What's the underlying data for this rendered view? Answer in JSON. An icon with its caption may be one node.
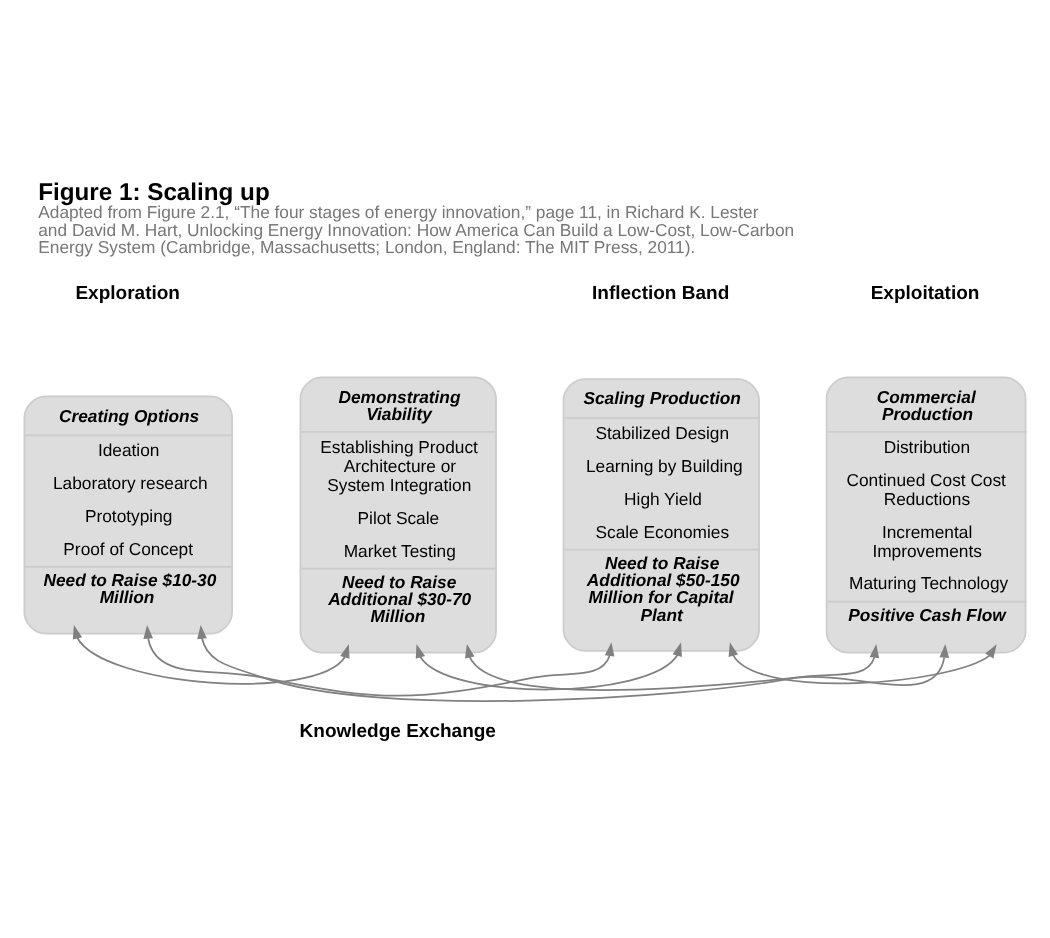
{
  "diagram": {
    "title": "Figure 1: Scaling up",
    "caption": "Adapted from Figure 2.1, “The four stages of energy innovation,” page 11, in Richard K. Lester and David M. Hart, Unlocking Energy Innovation: How America Can Build a Low-Cost, Low-Carbon Energy System (Cambridge, Massachusetts; London, England: The MIT Press, 2011).",
    "nodes": [
      {
        "text": [
          "Creating Options",
          "Ideation",
          "Laboratory research",
          "Prototyping",
          "Proof of Concept",
          "Need to Raise $10-30 Million"
        ]
      },
      {
        "text": [
          "Demonstrating Viability",
          "Establishing Product Architecture or System Integration",
          "Pilot Scale",
          "Market Testing",
          "Need to Raise Additional $30-70 Million"
        ]
      },
      {
        "text": [
          "Scaling Production",
          "Stabilized Design",
          "Learning by Building",
          "High Yield",
          "Scale Economies",
          "Need to Raise Additional $50-150 Million for Capital Plant"
        ]
      },
      {
        "text": [
          "Commercial Production",
          "Distribution",
          "Continued Cost Cost Reductions",
          "Incremental Improvements",
          "Maturing Technology",
          "Positive Cash Flow"
        ]
      }
    ],
    "edges": [
      {
        "from": 1,
        "to": 0,
        "arrow": "both"
      },
      {
        "from": 2,
        "to": 0,
        "arrow": "both"
      },
      {
        "from": 3,
        "to": 0,
        "arrow": "both"
      },
      {
        "from": 2,
        "to": 1,
        "arrow": "both"
      },
      {
        "from": 3,
        "to": 1,
        "arrow": "both"
      },
      {
        "from": 3,
        "to": 2,
        "arrow": "both"
      }
    ],
    "labels": [
      "Exploration",
      "Inflection Band",
      "Exploitation",
      "Knowledge Exchange"
    ]
  }
}
